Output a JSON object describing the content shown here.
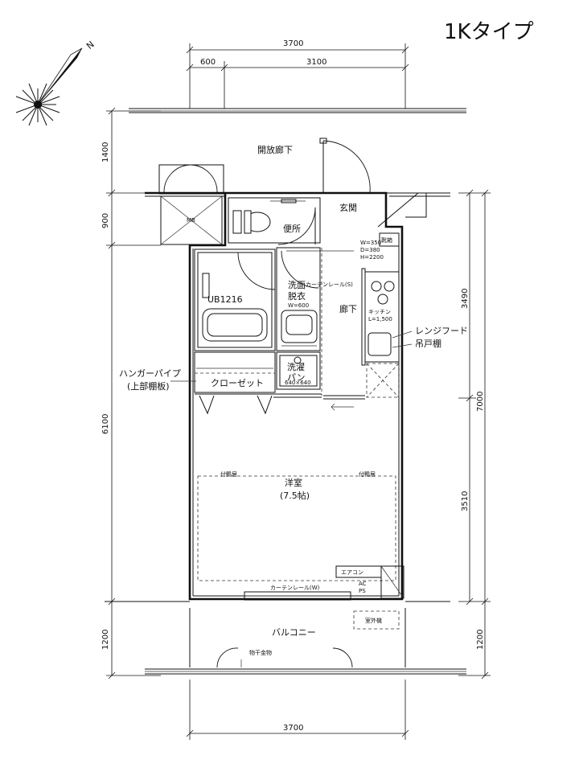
{
  "title": "1Kタイプ",
  "compass": {
    "north_label": "N"
  },
  "dimensions": {
    "top_total": "3700",
    "top_left": "600",
    "top_right": "3100",
    "bottom_total": "3700",
    "left_corridor": "1400",
    "left_mb": "900",
    "left_main": "6100",
    "left_balcony": "1200",
    "right_upper": "3490",
    "right_total": "7000",
    "right_lower": "3510",
    "right_balcony": "1200"
  },
  "rooms": {
    "open_corridor": "開放廊下",
    "mb": "MB",
    "entrance": "玄関",
    "toilet": "便所",
    "shoebox": "靴箱",
    "shoebox_w": "W=350",
    "shoebox_d": "D=380",
    "shoebox_h": "H=2200",
    "washroom_1": "洗面",
    "washroom_2": "脱衣",
    "curtain_rail_s": "カーテンレール(S)",
    "vanity_w": "W=600",
    "unit_bath": "UB1216",
    "hallway": "廊下",
    "kitchen": "キッチン",
    "kitchen_l": "L=1,500",
    "range_hood": "レンジフード",
    "hanging_shelf": "吊戸棚",
    "washer_1": "洗濯",
    "washer_2": "パン",
    "washer_size": "640×640",
    "hanger_pipe": "ハンガーパイプ",
    "upper_shelf": "(上部棚板)",
    "closet": "クローゼット",
    "western_room": "洋室",
    "western_size": "(7.5帖)",
    "curtain_box_left": "付鴨居",
    "curtain_box_right": "付鴨居",
    "air_con": "エアコン",
    "ac_1": "AC",
    "ac_2": "PS",
    "curtain_rail_w": "カーテンレール(W)",
    "outdoor_unit": "室外機",
    "balcony": "バルコニー",
    "laundry_hardware": "物干金物"
  }
}
